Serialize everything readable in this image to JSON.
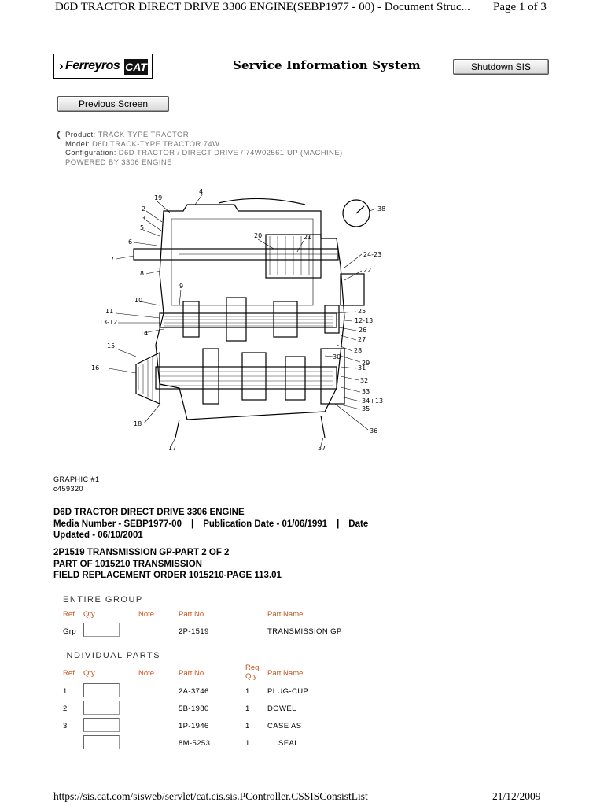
{
  "print_header": {
    "title": "D6D TRACTOR DIRECT DRIVE 3306 ENGINE(SEBP1977 - 00) - Document Struc...",
    "page": "Page 1 of 3"
  },
  "header": {
    "logo_text": "Ferreyros",
    "logo_cat": "CAT",
    "title": "Service Information System",
    "shutdown_label": "Shutdown SIS",
    "prev_label": "Previous Screen"
  },
  "product": {
    "product_label": "Product:",
    "product_value": "TRACK-TYPE TRACTOR",
    "model_label": "Model:",
    "model_value": "D6D TRACK-TYPE TRACTOR 74W",
    "config_label": "Configuration:",
    "config_value": "D6D TRACTOR / DIRECT DRIVE / 74W02561-UP (MACHINE)",
    "powered": "POWERED BY 3306 ENGINE"
  },
  "diagram": {
    "callouts": [
      "19",
      "4",
      "2",
      "3",
      "5",
      "6",
      "7",
      "8",
      "20",
      "21",
      "38",
      "24-23",
      "22",
      "10",
      "9",
      "11",
      "13-12",
      "14",
      "25",
      "12-13",
      "26",
      "27",
      "28",
      "29",
      "30",
      "31",
      "32",
      "33",
      "34+13",
      "35",
      "15",
      "16",
      "18",
      "17",
      "37",
      "36"
    ]
  },
  "graphic": {
    "label": "GRAPHIC #1",
    "id": "c459320"
  },
  "doc": {
    "title": "D6D TRACTOR DIRECT DRIVE 3306 ENGINE",
    "media": "Media Number - SEBP1977-00",
    "pub_date": "Publication Date - 01/06/1991",
    "date_word": "Date",
    "updated": "Updated - 06/10/2001",
    "group_line1": "2P1519 TRANSMISSION GP-PART 2 OF 2",
    "group_line2": "PART OF 1015210 TRANSMISSION",
    "group_line3": "FIELD REPLACEMENT ORDER 1015210-PAGE 113.01"
  },
  "entire_group": {
    "heading": "ENTIRE GROUP",
    "columns": [
      "Ref.",
      "Qty.",
      "Note",
      "Part No.",
      "Part Name"
    ],
    "row": {
      "ref": "Grp",
      "part_no": "2P-1519",
      "part_name": "TRANSMISSION GP"
    }
  },
  "individual_parts": {
    "heading": "INDIVIDUAL PARTS",
    "columns": [
      "Ref.",
      "Qty.",
      "Note",
      "Part No.",
      "Req. Qty.",
      "Part Name"
    ],
    "rows": [
      {
        "ref": "1",
        "part_no": "2A-3746",
        "req_qty": "1",
        "part_name": "PLUG-CUP"
      },
      {
        "ref": "2",
        "part_no": "5B-1980",
        "req_qty": "1",
        "part_name": "DOWEL"
      },
      {
        "ref": "3",
        "part_no": "1P-1946",
        "req_qty": "1",
        "part_name": "CASE AS"
      },
      {
        "ref": "",
        "part_no": "8M-5253",
        "req_qty": "1",
        "part_name": "SEAL"
      }
    ]
  },
  "print_footer": {
    "url": "https://sis.cat.com/sisweb/servlet/cat.cis.sis.PController.CSSISConsistList",
    "date": "21/12/2009"
  }
}
